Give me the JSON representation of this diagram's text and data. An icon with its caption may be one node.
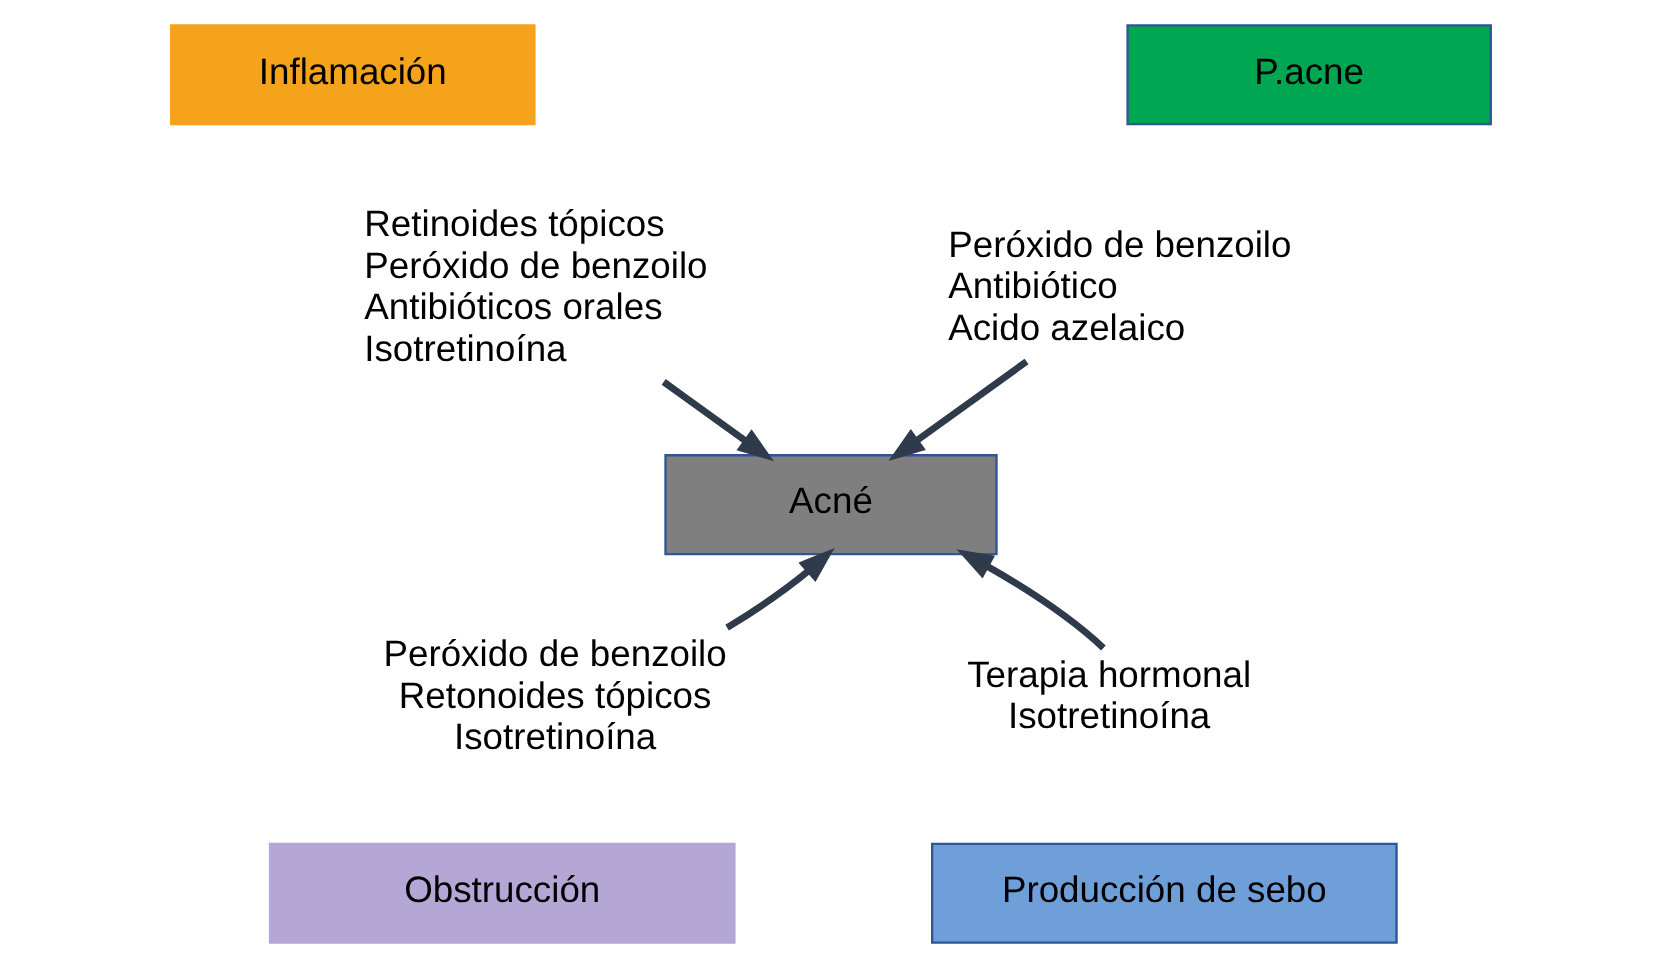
{
  "diagram": {
    "nodes": [
      {
        "text": [
          "Inflamación"
        ]
      },
      {
        "text": [
          "P.acne"
        ]
      },
      {
        "text": [
          "Retinoides tópicos",
          "Peróxido de benzoilo",
          "Antibióticos orales",
          "Isotretinoína"
        ]
      },
      {
        "text": [
          "Peróxido de benzoilo",
          "Antibiótico",
          "Acido azelaico"
        ]
      },
      {
        "text": [
          "Acné"
        ]
      },
      {
        "text": [
          "Peróxido de benzoilo",
          "Retonoides tópicos",
          "Isotretinoína"
        ]
      },
      {
        "text": [
          "Terapia hormonal",
          "Isotretinoína"
        ]
      },
      {
        "text": [
          "Obstrucción"
        ]
      },
      {
        "text": [
          "Producción de sebo"
        ]
      }
    ],
    "edges": [
      {
        "from": 2,
        "to": 4,
        "arrow": "to"
      },
      {
        "from": 3,
        "to": 4,
        "arrow": "to"
      },
      {
        "from": 5,
        "to": 4,
        "arrow": "to"
      },
      {
        "from": 6,
        "to": 4,
        "arrow": "to"
      }
    ]
  }
}
